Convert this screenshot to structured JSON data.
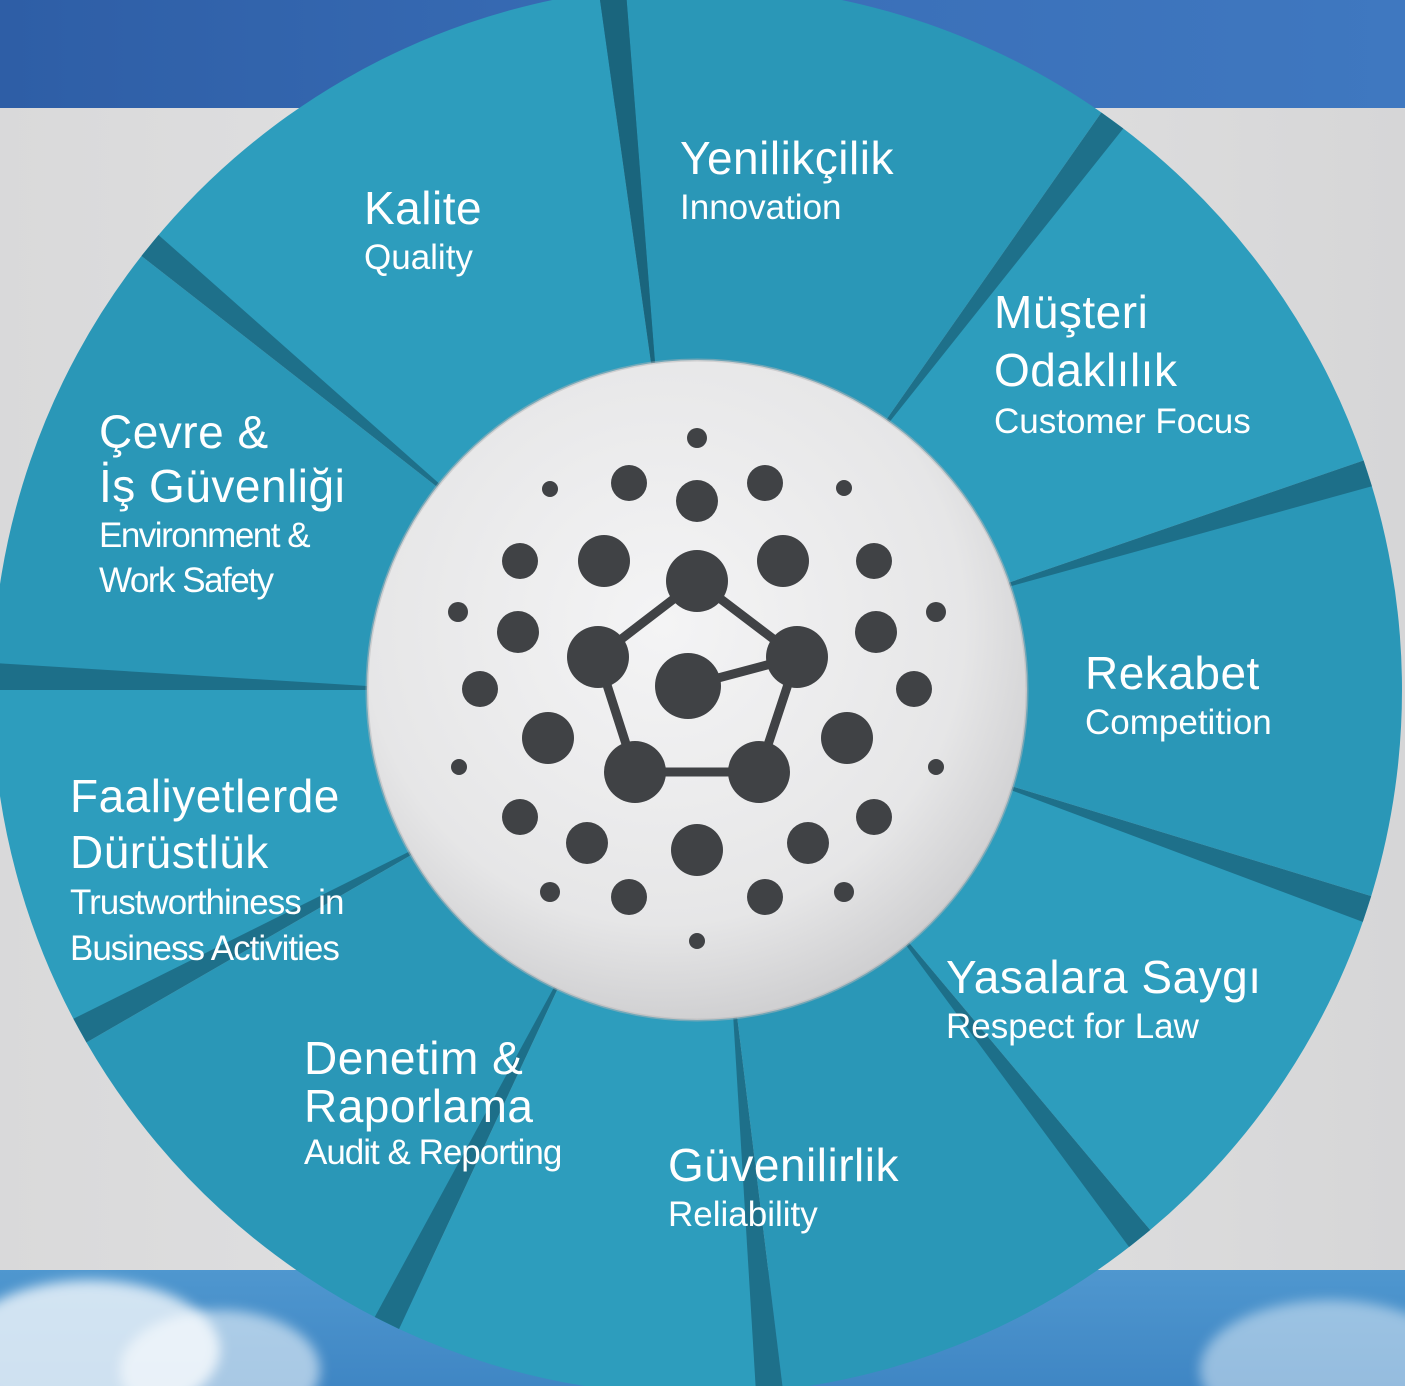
{
  "colors": {
    "top_band": "#3566b0",
    "background": "#dcdcdd",
    "segment": "#2b98b8",
    "segment_dark": "#1c6f88",
    "center_disc": "#ececee",
    "dots": "#404245",
    "text": "#ffffff"
  },
  "values": [
    {
      "tr": "Yenilikçilik",
      "en": "Innovation"
    },
    {
      "tr": "Müşteri\nOdaklılık",
      "en": "Customer Focus"
    },
    {
      "tr": "Rekabet",
      "en": "Competition"
    },
    {
      "tr": "Yasalara Saygı",
      "en": "Respect for Law"
    },
    {
      "tr": "Güvenilirlik",
      "en": "Reliability"
    },
    {
      "tr": "Denetim &\nRaporlama",
      "en": "Audit & Reporting"
    },
    {
      "tr": "Faaliyetlerde\nDürüstlük",
      "en": "Trustworthiness  in\nBusiness Activities"
    },
    {
      "tr": "Çevre &\nİş Güvenliği",
      "en": "Environment &\nWork Safety"
    },
    {
      "tr": "Kalite",
      "en": "Quality"
    }
  ],
  "center_icon": "molecule-dots-icon"
}
